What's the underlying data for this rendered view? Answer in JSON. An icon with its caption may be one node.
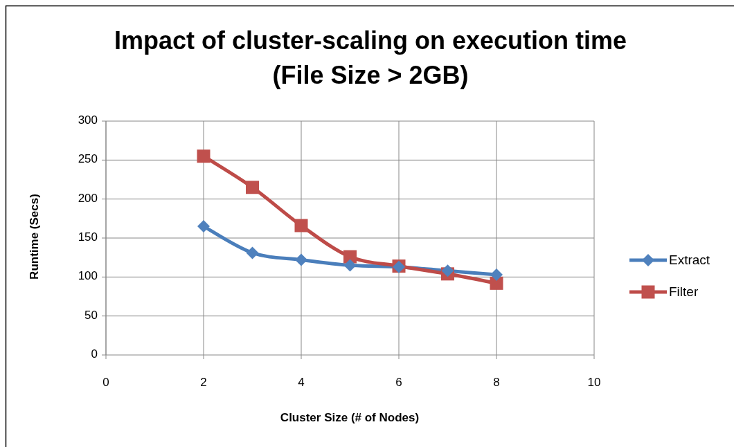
{
  "diagram": {
    "chart_data": {
      "type": "line",
      "title": "Impact of cluster-scaling on execution time (File Size > 2GB)",
      "xlabel": "Cluster Size (# of Nodes)",
      "ylabel": "Runtime  (Secs)",
      "x": [
        2,
        3,
        4,
        5,
        6,
        7,
        8
      ],
      "series": [
        {
          "name": "Extract",
          "color": "#4a7ebb",
          "marker": "diamond",
          "values": [
            165,
            131,
            122,
            115,
            113,
            108,
            103
          ]
        },
        {
          "name": "Filter",
          "color": "#be4b48",
          "marker": "square",
          "values": [
            255,
            215,
            166,
            126,
            114,
            104,
            92
          ]
        }
      ],
      "xlim": [
        0,
        10
      ],
      "ylim": [
        0,
        300
      ],
      "xticks": [
        0,
        2,
        4,
        6,
        8,
        10
      ],
      "yticks": [
        0,
        50,
        100,
        150,
        200,
        250,
        300
      ],
      "grid": {
        "x": true,
        "y": true
      },
      "legend": true
    }
  }
}
